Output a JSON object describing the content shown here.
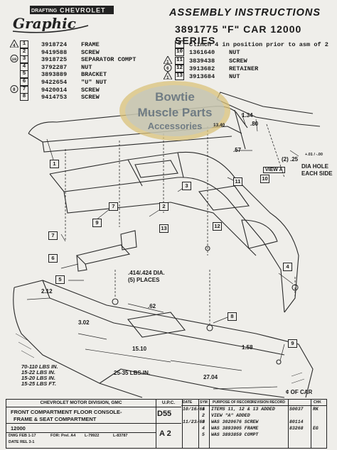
{
  "header": {
    "logo_text": "Graphic",
    "logo_tag": "DRAFTING",
    "brand": "CHEVROLET",
    "title": "ASSEMBLY INSTRUCTIONS",
    "subtitle": "3891775  \"F\"  CAR 12000 SERIES"
  },
  "parts_left": [
    {
      "key": "1",
      "flag": "triangle",
      "number": "3918724",
      "name": "FRAME"
    },
    {
      "key": "2",
      "flag": "",
      "number": "9419588",
      "name": "SCREW"
    },
    {
      "key": "3",
      "flag": "circle-10",
      "number": "3918725",
      "name": "SEPARATOR COMPT"
    },
    {
      "key": "4",
      "flag": "",
      "number": "3792287",
      "name": "NUT"
    },
    {
      "key": "5",
      "flag": "",
      "number": "3893889",
      "name": "BRACKET"
    },
    {
      "key": "6",
      "flag": "",
      "number": "9422654",
      "name": "\"U\" NUT"
    },
    {
      "key": "7",
      "flag": "circle-8",
      "number": "9420014",
      "name": "SCREW"
    },
    {
      "key": "8",
      "flag": "",
      "number": "9414753",
      "name": "SCREW"
    }
  ],
  "parts_right": [
    {
      "key": "9",
      "flag": "",
      "number": "",
      "name": "Clinch 4 in position prior to asm of 2"
    },
    {
      "key": "10",
      "flag": "",
      "number": "1361640",
      "name": "NUT"
    },
    {
      "key": "11",
      "flag": "triangle",
      "number": "3839438",
      "name": "SCREW"
    },
    {
      "key": "12",
      "flag": "circle-6",
      "number": "3913682",
      "name": "RETAINER"
    },
    {
      "key": "13",
      "flag": "triangle",
      "number": "3913684",
      "name": "NUT"
    }
  ],
  "watermark": {
    "line1": "Bowtie",
    "line2": "Muscle Parts",
    "line3": "Accessories"
  },
  "dimensions": {
    "d1": "1.34",
    "d2": "13.40",
    "d3": ".80",
    "d4": ".57",
    "d5": "(2) .25",
    "d5b": "+.01 / -.00",
    "dia_hole": "DIA HOLE",
    "each_side": "EACH SIDE",
    "view_a": "VIEW A",
    "dia": ".414/.424 DIA.",
    "places": "(5) PLACES",
    "d62": ".62",
    "d212": "2.12",
    "d302": "3.02",
    "d1510": "15.10",
    "d158": "1.58",
    "d2704": "27.04",
    "torque": "25-35 LBS.IN.",
    "cl_car": "¢ OF CAR"
  },
  "torque_notes": [
    "70-110 LBS IN.",
    "15-22 LBS IN.",
    "15-20 LBS IN.",
    "15-25 LBS FT."
  ],
  "title_block": {
    "division": "CHEVROLET MOTOR DIVISION, GMC",
    "upc_label": "U.P.C.",
    "description1": "FRONT COMPARTMENT FLOOR CONSOLE-",
    "description2": "FRAME & SEAT COMPARTMENT",
    "section": "D55",
    "sheet": "A 2",
    "group": "12000",
    "dwg": "DWG FEB 1-17",
    "date_rev": "DATE REL 3-1",
    "prel": "FOR: Prel. A4",
    "prel2": "L-79922",
    "prel3": "L-83787",
    "rev_header": [
      "DATE",
      "SYM",
      "PURPOSE OF RECORD",
      "REVISION RECORD",
      "CHK"
    ],
    "revisions": [
      {
        "date": "10/16/66",
        "sym": "1",
        "text": "ITEMS 11, 12 & 13 ADDED",
        "code": "S0037",
        "chk": "RK"
      },
      {
        "date": "",
        "sym": "2",
        "text": "VIEW \"A\" ADDED",
        "code": "",
        "chk": ""
      },
      {
        "date": "11/23/66",
        "sym": "3",
        "text": "WAS 3020676 SCREW",
        "code": "80114",
        "chk": ""
      },
      {
        "date": "",
        "sym": "4",
        "text": "WAS 3893905 FRAME",
        "code": "83268",
        "chk": "EG"
      },
      {
        "date": "",
        "sym": "5",
        "text": "WAS 3893859 COMPT",
        "code": "",
        "chk": ""
      }
    ]
  }
}
